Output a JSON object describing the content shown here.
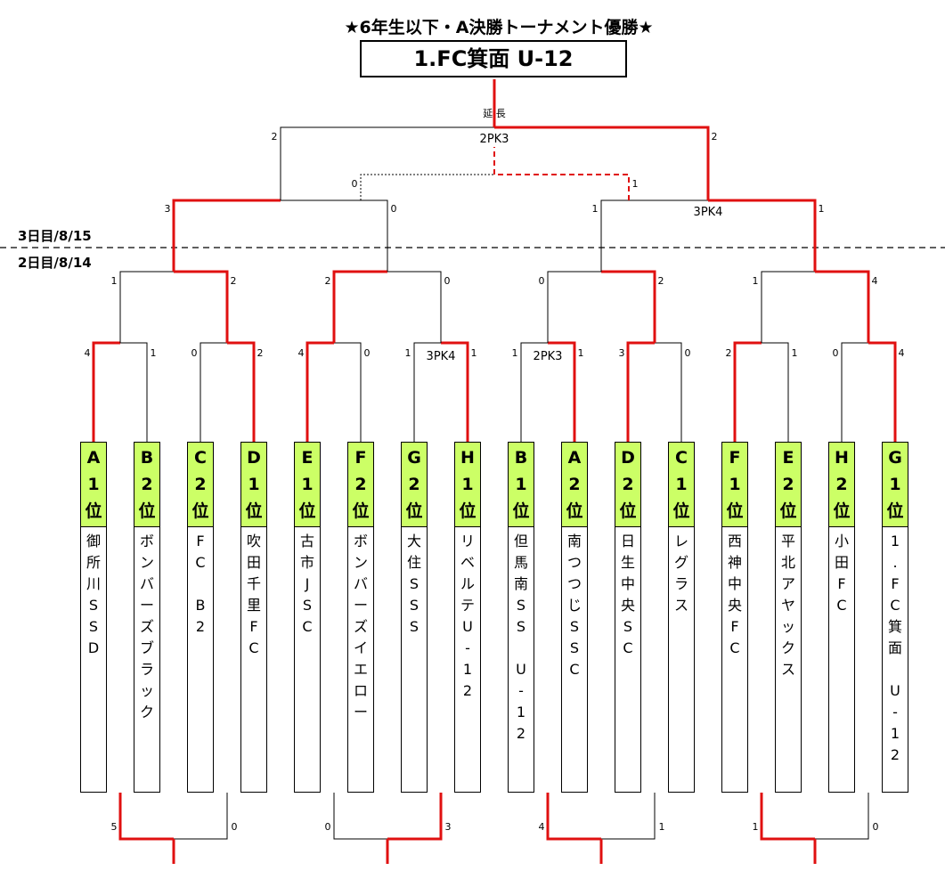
{
  "title": "★6年生以下・A決勝トーナメント優勝★",
  "champion": "1.FC箕面 U-12",
  "day_labels": {
    "day3": "3日目/8/15",
    "day2": "2日目/8/14"
  },
  "teams": [
    {
      "seed": "A1位",
      "name": "御所川SSD"
    },
    {
      "seed": "B2位",
      "name": "ボンバーズブラック"
    },
    {
      "seed": "C2位",
      "name": "FC B2"
    },
    {
      "seed": "D1位",
      "name": "吹田千里FC"
    },
    {
      "seed": "E1位",
      "name": "古市JSC"
    },
    {
      "seed": "F2位",
      "name": "ボンバーズイエロー"
    },
    {
      "seed": "G2位",
      "name": "大住SSS"
    },
    {
      "seed": "H1位",
      "name": "リベルテU-12"
    },
    {
      "seed": "B1位",
      "name": "但馬南SS U-12"
    },
    {
      "seed": "A2位",
      "name": "南つつじSSC"
    },
    {
      "seed": "D2位",
      "name": "日生中央SC"
    },
    {
      "seed": "C1位",
      "name": "レグラス"
    },
    {
      "seed": "F1位",
      "name": "西神中央FC"
    },
    {
      "seed": "E2位",
      "name": "平北アヤックス"
    },
    {
      "seed": "H2位",
      "name": "小田FC"
    },
    {
      "seed": "G1位",
      "name": "1.FC箕面 U-12"
    }
  ],
  "round1_scores": [
    {
      "left": "4",
      "right": "1",
      "note": ""
    },
    {
      "left": "0",
      "right": "2",
      "note": ""
    },
    {
      "left": "4",
      "right": "0",
      "note": ""
    },
    {
      "left": "1",
      "right": "1",
      "note": "3PK4"
    },
    {
      "left": "1",
      "right": "1",
      "note": "2PK3"
    },
    {
      "left": "3",
      "right": "0",
      "note": ""
    },
    {
      "left": "2",
      "right": "1",
      "note": ""
    },
    {
      "left": "0",
      "right": "4",
      "note": ""
    }
  ],
  "round2_scores": [
    {
      "left": "1",
      "right": "2",
      "note": ""
    },
    {
      "left": "2",
      "right": "0",
      "note": ""
    },
    {
      "left": "0",
      "right": "2",
      "note": ""
    },
    {
      "left": "1",
      "right": "4",
      "note": ""
    }
  ],
  "semi_scores": [
    {
      "left": "3",
      "right": "0",
      "note": ""
    },
    {
      "left": "1",
      "right": "1",
      "note": "3PK4"
    }
  ],
  "final_score": {
    "left": "2",
    "right": "2",
    "note": "2PK3",
    "extra": "延 長"
  },
  "third_place_score": {
    "left": "0",
    "right": "1"
  },
  "bottom_scores": [
    {
      "left": "5",
      "right": "0"
    },
    {
      "left": "0",
      "right": "3"
    },
    {
      "left": "4",
      "right": "1"
    },
    {
      "left": "1",
      "right": "0"
    }
  ],
  "colors": {
    "winner_line": "#e01010",
    "loser_line": "#000000",
    "seed_bg": "#ccff66"
  }
}
